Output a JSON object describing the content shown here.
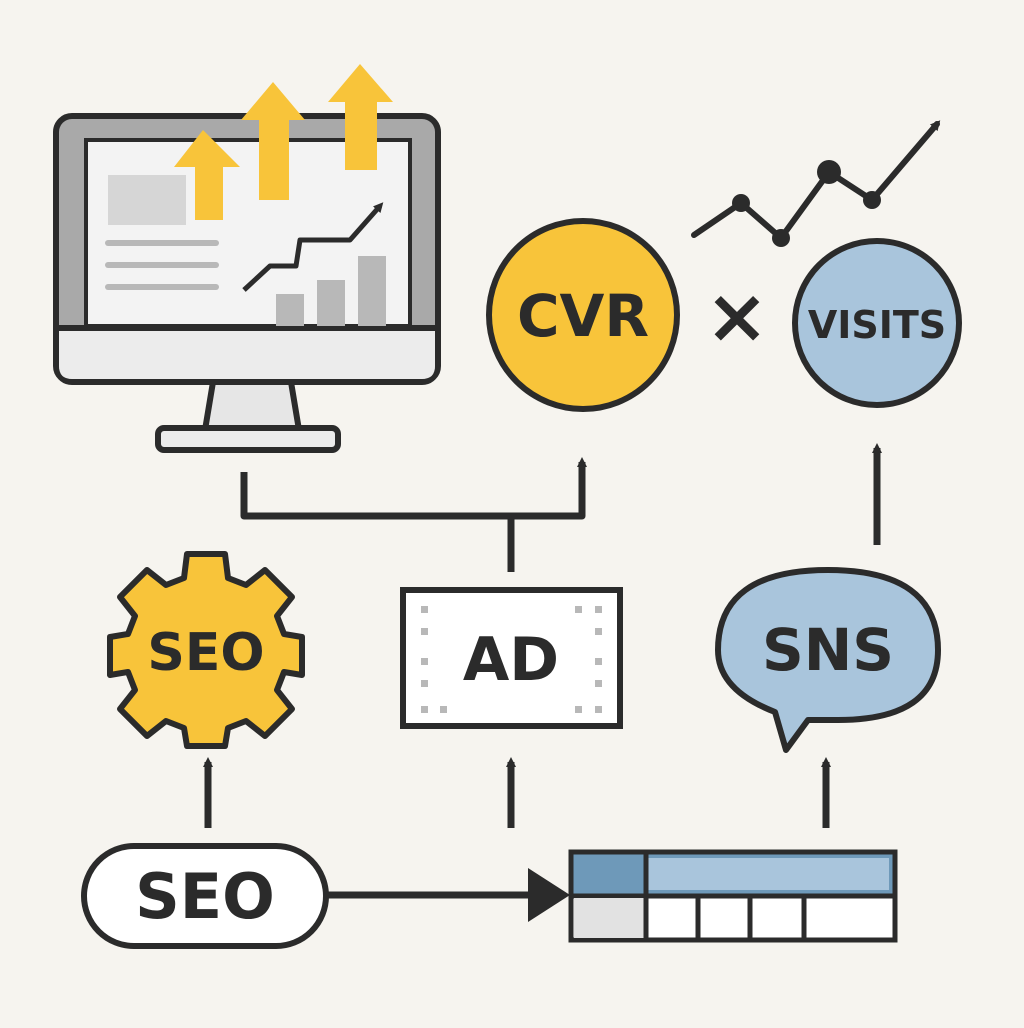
{
  "nodes": {
    "cvr": "CVR",
    "multiply": "×",
    "visits": "VISITS",
    "seo_gear": "SEO",
    "ad": "AD",
    "sns": "SNS",
    "seo_pill": "SEO"
  },
  "colors": {
    "background": "#f6f4ef",
    "stroke": "#2b2b2b",
    "yellow": "#f8c43a",
    "blue": "#a9c5dc",
    "table_header_blue": "#6e99b9",
    "monitor_gray": "#a9a9a9",
    "screen": "#f3f3f3"
  },
  "icons": [
    "monitor-icon",
    "up-arrow-icon",
    "trend-line-icon",
    "gear-icon",
    "ad-card-icon",
    "speech-bubble-icon",
    "table-icon"
  ]
}
